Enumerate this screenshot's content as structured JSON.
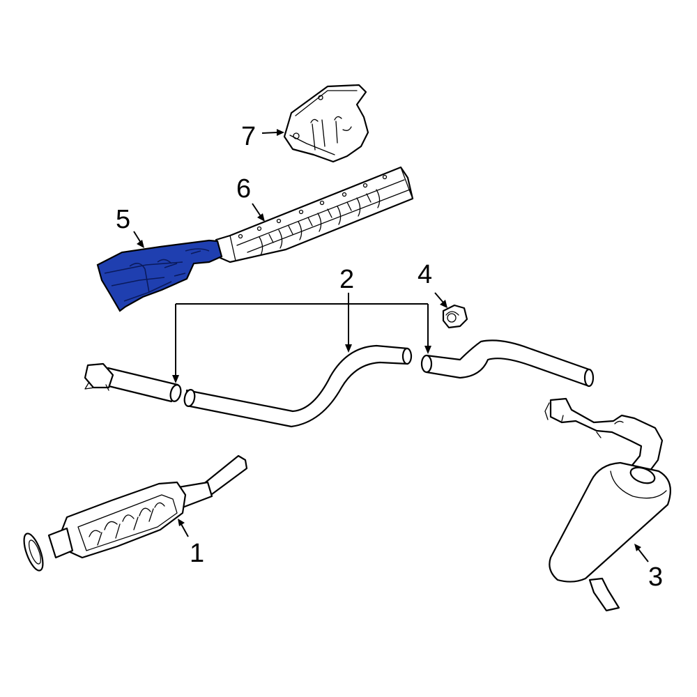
{
  "diagram": {
    "highlight_color": "#1f3fb0",
    "line_color": "#000000",
    "background_color": "#ffffff",
    "callouts": [
      {
        "number": "1",
        "part": "catalytic-converter",
        "highlighted": false
      },
      {
        "number": "2",
        "part": "intermediate-pipe",
        "highlighted": false
      },
      {
        "number": "3",
        "part": "muffler",
        "highlighted": false
      },
      {
        "number": "4",
        "part": "hanger",
        "highlighted": false
      },
      {
        "number": "5",
        "part": "heat-shield-front",
        "highlighted": true
      },
      {
        "number": "6",
        "part": "heat-shield-rear",
        "highlighted": false
      },
      {
        "number": "7",
        "part": "heat-shield-muffler",
        "highlighted": false
      }
    ]
  }
}
